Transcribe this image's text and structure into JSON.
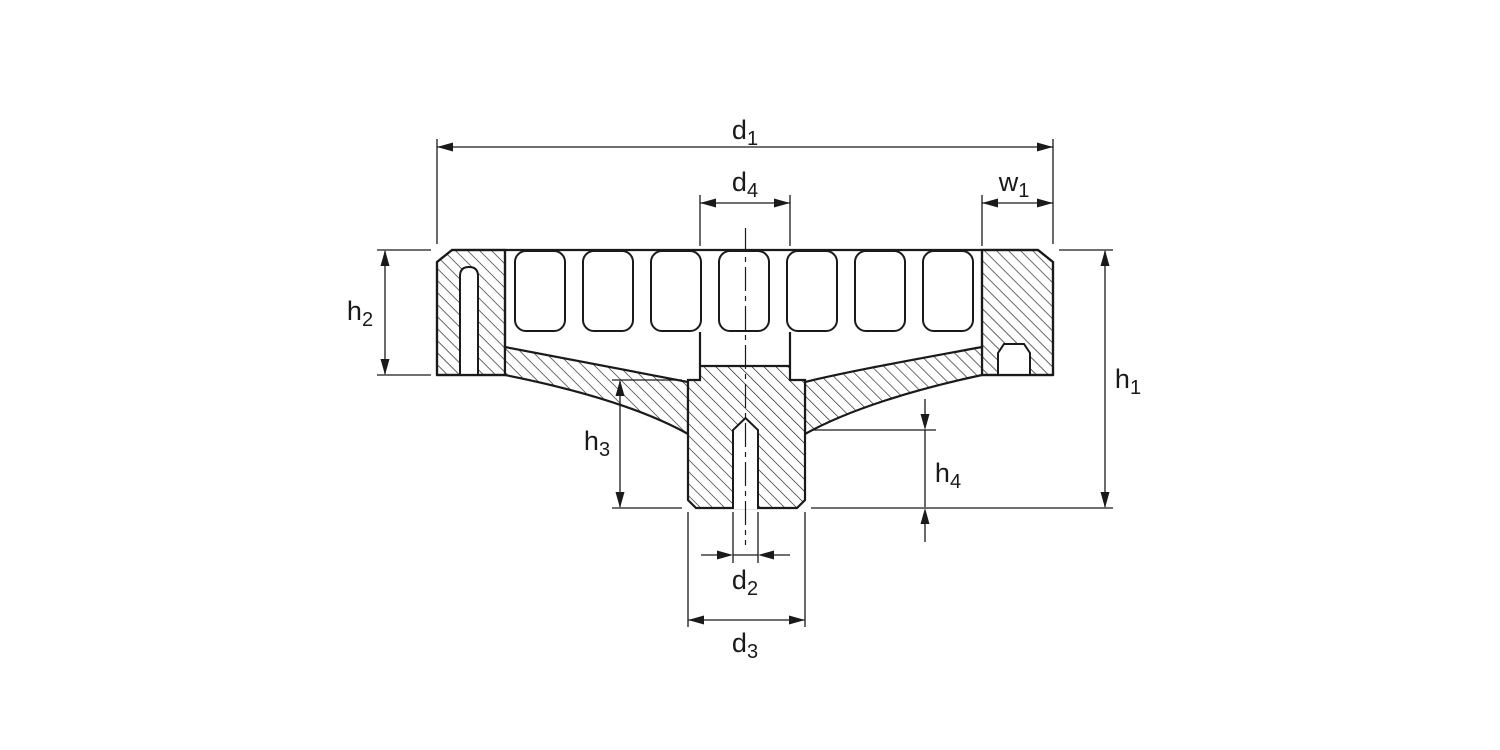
{
  "drawing": {
    "description": "Handwheel cross-section technical drawing with dimension callouts",
    "background_color": "#ffffff",
    "line_color": "#1a1a1a",
    "labels": {
      "d1": {
        "base": "d",
        "sub": "1"
      },
      "d2": {
        "base": "d",
        "sub": "2"
      },
      "d3": {
        "base": "d",
        "sub": "3"
      },
      "d4": {
        "base": "d",
        "sub": "4"
      },
      "w1": {
        "base": "w",
        "sub": "1"
      },
      "h1": {
        "base": "h",
        "sub": "1"
      },
      "h2": {
        "base": "h",
        "sub": "2"
      },
      "h3": {
        "base": "h",
        "sub": "3"
      },
      "h4": {
        "base": "h",
        "sub": "4"
      }
    }
  }
}
